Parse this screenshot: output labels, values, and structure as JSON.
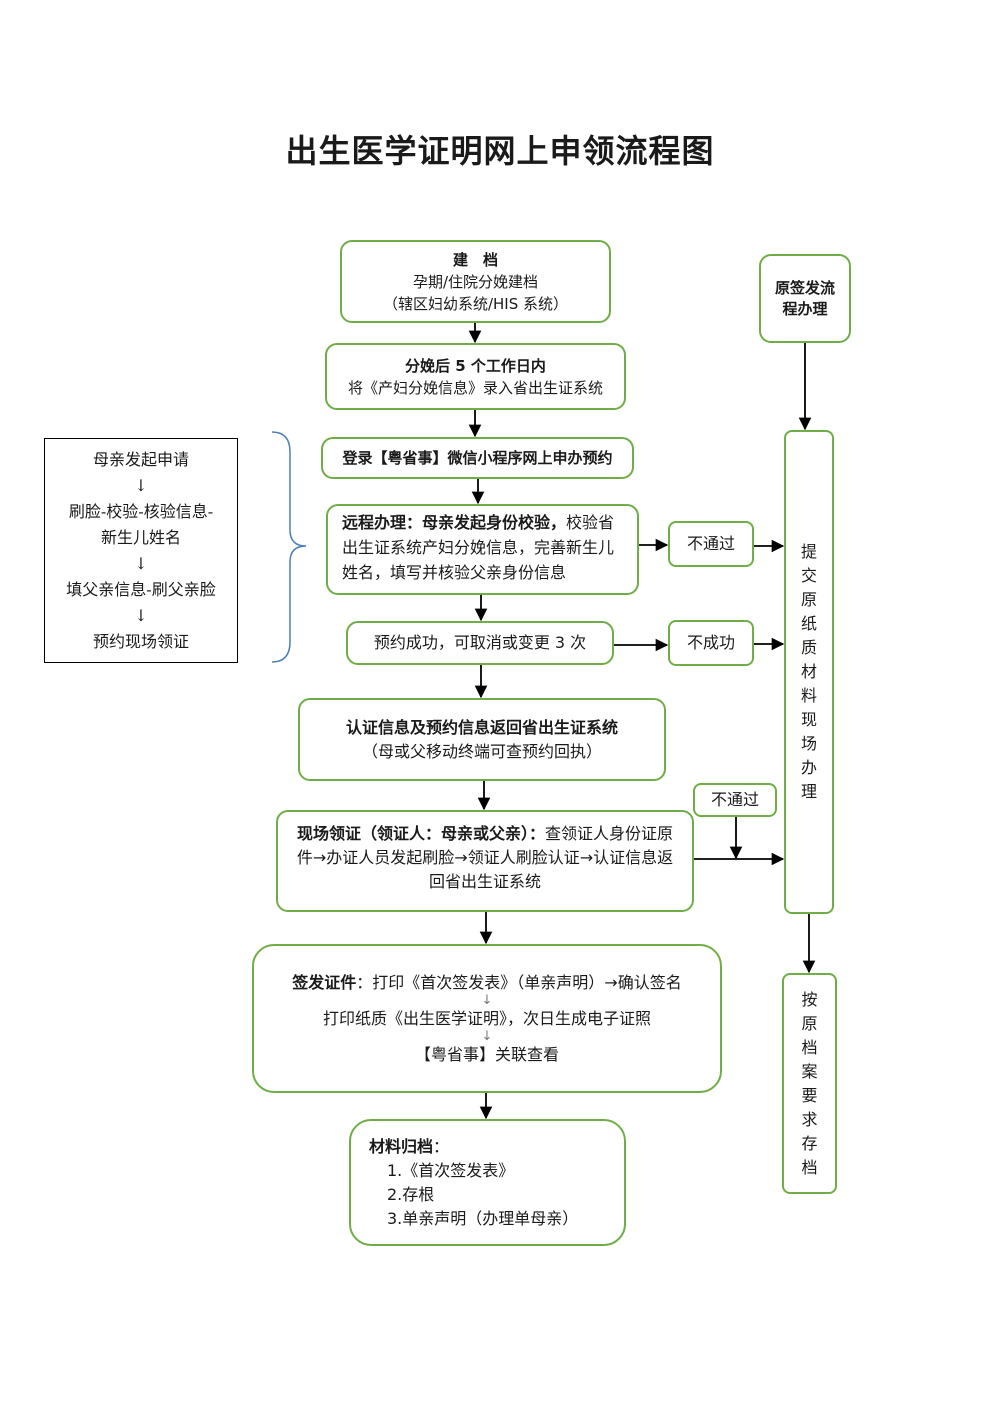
{
  "title": "出生医学证明网上申领流程图",
  "side_panel": {
    "lines": [
      "母亲发起申请",
      "↓",
      "刷脸-校验-核验信息-",
      "新生儿姓名",
      "↓",
      "填父亲信息-刷父亲脸",
      "↓",
      "预约现场领证"
    ]
  },
  "steps": {
    "jiandang": {
      "title": "建　档",
      "line1": "孕期/住院分娩建档",
      "line2": "（辖区妇幼系统/HIS 系统）"
    },
    "fenmian": {
      "title": "分娩后 5 个工作日内",
      "line1": "将《产妇分娩信息》录入省出生证系统"
    },
    "denglu": {
      "text": "登录【粤省事】微信小程序网上申办预约"
    },
    "yuancheng": {
      "bold": "远程办理：母亲发起身份校验，",
      "rest": "校验省出生证系统产妇分娩信息，完善新生儿姓名，填写并核验父亲身份信息"
    },
    "yuyue": {
      "text": "预约成功，可取消或变更 3 次"
    },
    "renzheng": {
      "title": "认证信息及预约信息返回省出生证系统",
      "line1": "（母或父移动终端可查预约回执）"
    },
    "xianchang": {
      "bold": "现场领证（领证人：母亲或父亲）：",
      "rest": "查领证人身份证原件→办证人员发起刷脸→领证人刷脸认证→认证信息返回省出生证系统"
    },
    "qianfa": {
      "bold": "签发证件",
      "rest": "：打印《首次签发表》（单亲声明）→确认签名",
      "arrow1": "↓",
      "line2": "打印纸质《出生医学证明》，次日生成电子证照",
      "arrow2": "↓",
      "line3": "【粤省事】关联查看"
    },
    "cailiao": {
      "title": "材料归档",
      "colon": "：",
      "items": [
        "1.《首次签发表》",
        "2.存根",
        "3.单亲声明（办理单母亲）"
      ]
    }
  },
  "branches": {
    "butongguo1": "不通过",
    "buchenggong": "不成功",
    "butongguo2": "不通过"
  },
  "right_column": {
    "yuanqianfa": "原签发流程办理",
    "tijiao": "提交原纸质材料现场办理",
    "anyuandang": "按原档案要求存档"
  },
  "colors": {
    "box_border": "#70ad47",
    "brace": "#4a7ebb",
    "arrow": "#000000"
  }
}
